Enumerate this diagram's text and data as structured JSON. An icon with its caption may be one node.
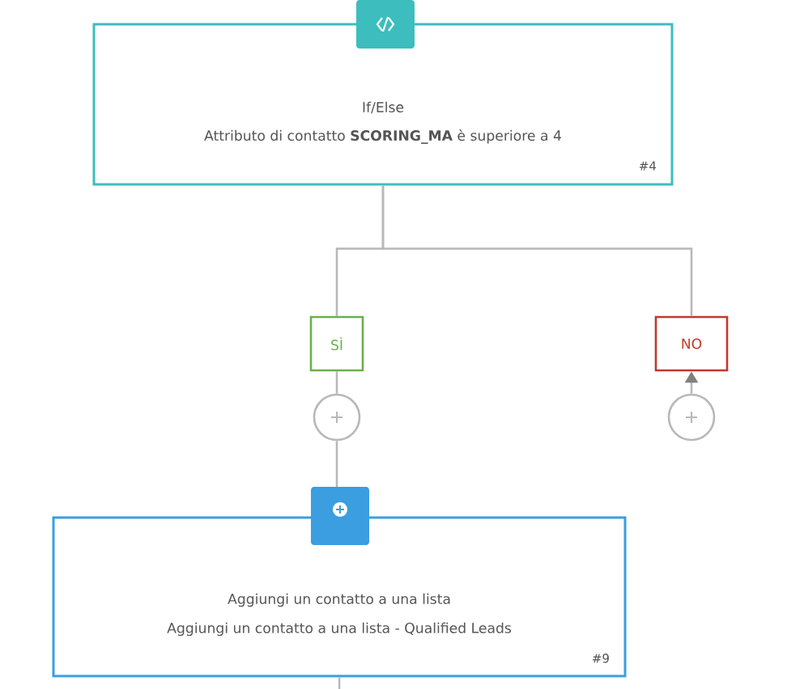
{
  "diagram": {
    "nodes": [
      {
        "text": [
          "If/Else",
          "Attributo di contatto **SCORING_MA** è superiore a 4",
          "#4"
        ]
      },
      {
        "text": [
          "SÌ"
        ]
      },
      {
        "text": [
          "NO"
        ]
      },
      {
        "text": [],
        "shape": "circle"
      },
      {
        "text": [],
        "shape": "circle"
      },
      {
        "text": [
          "Aggiungi un contatto a una lista",
          "Aggiungi un contatto a una lista - Qualified Leads",
          "#9"
        ]
      }
    ],
    "edges": [
      {
        "from": 0,
        "to": 1,
        "arrow": "none"
      },
      {
        "from": 0,
        "to": 2,
        "arrow": "none"
      },
      {
        "from": 1,
        "to": 3,
        "arrow": "none"
      },
      {
        "from": 4,
        "to": 2,
        "arrow": "to"
      },
      {
        "from": 3,
        "to": 5,
        "arrow": "none"
      },
      {
        "from": 5,
        "to": null,
        "arrow": "none"
      }
    ]
  }
}
